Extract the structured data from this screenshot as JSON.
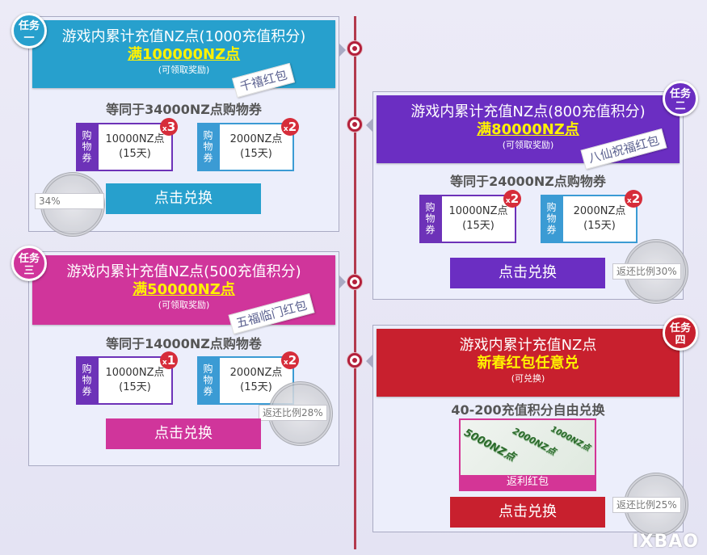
{
  "task1": {
    "badge": "任务一",
    "title": "游戏内累计充值NZ点(1000充值积分)",
    "amount": "满100000NZ点",
    "note": "(可领取奖励)",
    "stamp": "千禧红包",
    "subtitle": "等同于34000NZ点购物券",
    "coupons": [
      {
        "type": "购物券",
        "line1": "10000NZ点",
        "line2": "(15天)",
        "mult_x": "x",
        "mult": "3"
      },
      {
        "type": "购物券",
        "line1": "2000NZ点",
        "line2": "(15天)",
        "mult_x": "x",
        "mult": "2"
      }
    ],
    "progress": "34%",
    "button": "点击兑换",
    "colors": {
      "banner": "#27a0cd",
      "button": "#27a0cd"
    }
  },
  "task2": {
    "badge": "任务二",
    "title": "游戏内累计充值NZ点(800充值积分)",
    "amount": "满80000NZ点",
    "note": "(可领取奖励)",
    "stamp": "八仙祝福红包",
    "subtitle": "等同于24000NZ点购物券",
    "coupons": [
      {
        "type": "购物券",
        "line1": "10000NZ点",
        "line2": "(15天)",
        "mult_x": "x",
        "mult": "2"
      },
      {
        "type": "购物券",
        "line1": "2000NZ点",
        "line2": "(15天)",
        "mult_x": "x",
        "mult": "2"
      }
    ],
    "ratio": "返还比例30%",
    "button": "点击兑换",
    "colors": {
      "banner": "#6b2ec2",
      "button": "#6b2ec2"
    }
  },
  "task3": {
    "badge": "任务三",
    "title": "游戏内累计充值NZ点(500充值积分)",
    "amount": "满50000NZ点",
    "note": "(可领取奖励)",
    "stamp": "五福临门红包",
    "subtitle": "等同于14000NZ点购物卷",
    "coupons": [
      {
        "type": "购物券",
        "line1": "10000NZ点",
        "line2": "(15天)",
        "mult_x": "x",
        "mult": "1"
      },
      {
        "type": "购物券",
        "line1": "2000NZ点",
        "line2": "(15天)",
        "mult_x": "x",
        "mult": "2"
      }
    ],
    "ratio": "返还比例28%",
    "button": "点击兑换",
    "colors": {
      "banner": "#d0359b",
      "button": "#d0359b"
    }
  },
  "task4": {
    "badge": "任务四",
    "title": "游戏内累计充值NZ点",
    "amount": "新春红包任意兑",
    "note": "(可兑换)",
    "subtitle": "40-200充值积分自由兑换",
    "prize_label": "返利红包",
    "prize_bills": [
      "5000NZ点",
      "2000NZ点",
      "1000NZ点"
    ],
    "ratio": "返还比例25%",
    "button": "点击兑换",
    "colors": {
      "banner": "#c8202e",
      "button": "#c8202e"
    }
  },
  "watermark": "IXBAO"
}
